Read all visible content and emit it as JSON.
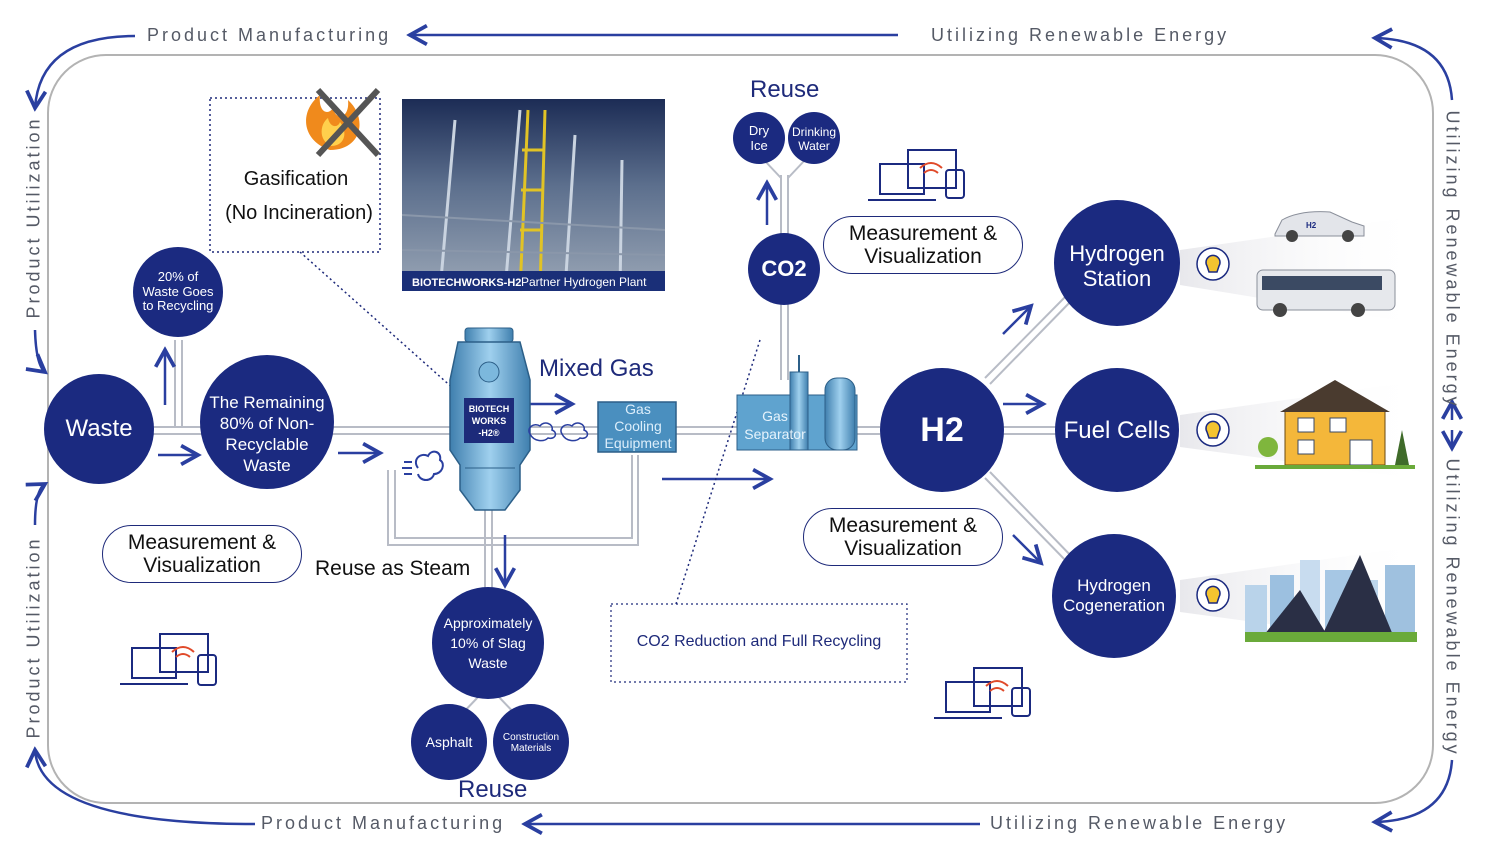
{
  "colors": {
    "navy": "#1b2a80",
    "arrow": "#2a3fa0",
    "pipe": "#b8bcc6",
    "loop": "#b3b3b3",
    "steel": "#6fa9cf"
  },
  "loop_labels": {
    "top_left": "Product Manufacturing",
    "top_right": "Utilizing Renewable Energy",
    "bottom_left": "Product Manufacturing",
    "bottom_right": "Utilizing Renewable Energy",
    "left_top": "Product Utilization",
    "left_bottom": "Product Utilization",
    "right_top": "Utilizing Renewable Energy",
    "right_bottom": "Utilizing Renewable Energy"
  },
  "nodes": {
    "waste": "Waste",
    "recycling": [
      "20% of",
      "Waste Goes",
      "to Recycling"
    ],
    "remaining": [
      "The Remaining",
      "80% of Non-",
      "Recyclable",
      "Waste"
    ],
    "slag": [
      "Approximately",
      "10% of Slag",
      "Waste"
    ],
    "asphalt": "Asphalt",
    "construction": [
      "Construction",
      "Materials"
    ],
    "co2": "CO2",
    "dry_ice": [
      "Dry",
      "Ice"
    ],
    "drinking_water": [
      "Drinking",
      "Water"
    ],
    "h2": "H2",
    "hydrogen_station": [
      "Hydrogen",
      "Station"
    ],
    "fuel_cells": "Fuel Cells",
    "cogeneration": [
      "Hydrogen",
      "Cogeneration"
    ]
  },
  "labels": {
    "gasification": "Gasification",
    "no_incineration": "(No Incineration)",
    "mixed_gas": "Mixed Gas",
    "reuse_top": "Reuse",
    "reuse_bottom": "Reuse",
    "reuse_steam": "Reuse as Steam",
    "measure_left": [
      "Measurement &",
      "Visualization"
    ],
    "measure_top": [
      "Measurement &",
      "Visualization"
    ],
    "measure_right": [
      "Measurement &",
      "Visualization"
    ],
    "co2_reduction": "CO2 Reduction and Full Recycling",
    "gas_cooling": [
      "Gas",
      "Cooling",
      "Equipment"
    ],
    "gas_separator": [
      "Gas",
      "Separator"
    ],
    "reactor_text": [
      "BIOTECH",
      "WORKS",
      "-H2®"
    ],
    "photo_caption_left": "BIOTECHWORKS-H2",
    "photo_caption_right": "Partner Hydrogen Plant",
    "car_badge": "H2"
  },
  "icons": [
    "no-fire-icon",
    "devices-wifi-icon",
    "lightbulb-icon",
    "car-icon",
    "bus-icon",
    "house-icon",
    "city-icon",
    "arrow-icon",
    "steam-icon",
    "gas-cloud-icon"
  ]
}
